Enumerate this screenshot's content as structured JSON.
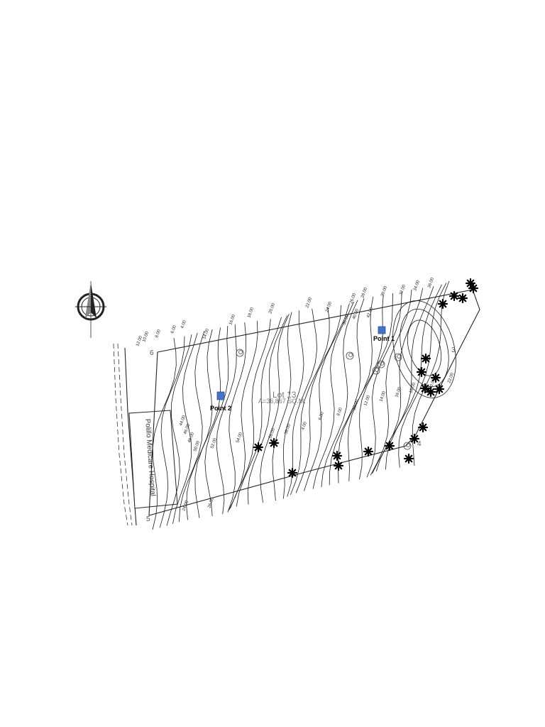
{
  "lot": {
    "name": "Lot 13",
    "area": "A=36,867 SQ.M."
  },
  "hospital": {
    "label": "Polillo Medicare Hospital"
  },
  "points": [
    {
      "label": "Point 1",
      "color": "#4472c4"
    },
    {
      "label": "Point 2",
      "color": "#4472c4"
    }
  ],
  "corners": [
    "6",
    "3",
    "4",
    "5"
  ],
  "contour_labels": [
    "4.00",
    "6.00",
    "8.00",
    "10.00",
    "12.00",
    "14.00",
    "16.00",
    "18.00",
    "20.00",
    "22.00",
    "24.00",
    "26.00",
    "28.00",
    "30.00",
    "32.00",
    "34.00",
    "36.00",
    "38.00",
    "40.00",
    "42.00",
    "44.00",
    "46.00",
    "48.00",
    "50.00",
    "52.00",
    "54.00",
    "56.00",
    "58.00"
  ],
  "colors": {
    "point_marker": "#4472c4",
    "contour": "#1a1a1a",
    "tree": "#000000"
  },
  "icons": [
    "north-arrow-icon",
    "tree-icon",
    "shrub-icon"
  ]
}
